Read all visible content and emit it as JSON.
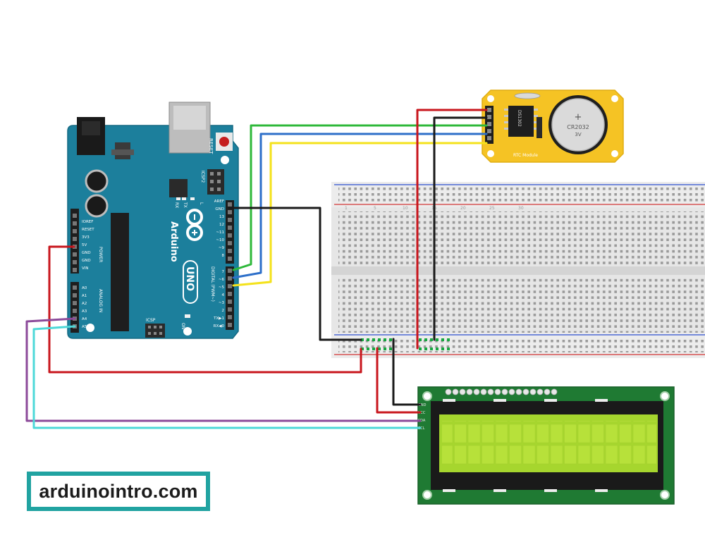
{
  "arduino": {
    "brand": "Arduino",
    "model": "UNO",
    "reset_label": "RESET",
    "icsp2_label": "ICSP2",
    "icsp_label": "ICSP",
    "on_label": "ON",
    "tx_label": "TX",
    "rx_label": "RX",
    "l_label": "L",
    "power_section": "POWER",
    "analog_section": "ANALOG IN",
    "digital_section": "DIGITAL (PWM~)",
    "power_pins": [
      "IOREF",
      "RESET",
      "3V3",
      "5V",
      "GND",
      "GND",
      "VIN"
    ],
    "analog_pins": [
      "A0",
      "A1",
      "A2",
      "A3",
      "A4",
      "A5"
    ],
    "digital_top_pins": [
      "AREF",
      "GND",
      "13",
      "12",
      "~11",
      "~10",
      "~9",
      "8"
    ],
    "digital_bottom_pins": [
      "7",
      "~6",
      "~5",
      "4",
      "~3",
      "2",
      "TX▶1",
      "RX◀0"
    ]
  },
  "rtc": {
    "chip_text": "DS1302",
    "battery_type": "CR2032",
    "battery_voltage": "3V",
    "battery_plus": "+",
    "module_label": "RTC Module"
  },
  "breadboard": {
    "columns": [
      "1",
      "5",
      "10",
      "15",
      "20",
      "25",
      "30"
    ]
  },
  "lcd": {
    "pins": [
      "GND",
      "VCC",
      "SDA",
      "SCL"
    ]
  },
  "wire_colors": {
    "red": "#c8161d",
    "black": "#1a1a1a",
    "green": "#2eb83a",
    "blue": "#2d6fc9",
    "yellow": "#f4e21c",
    "purple": "#8c4a9a",
    "cyan": "#4dd8d8"
  },
  "watermark": "arduinointro.com"
}
